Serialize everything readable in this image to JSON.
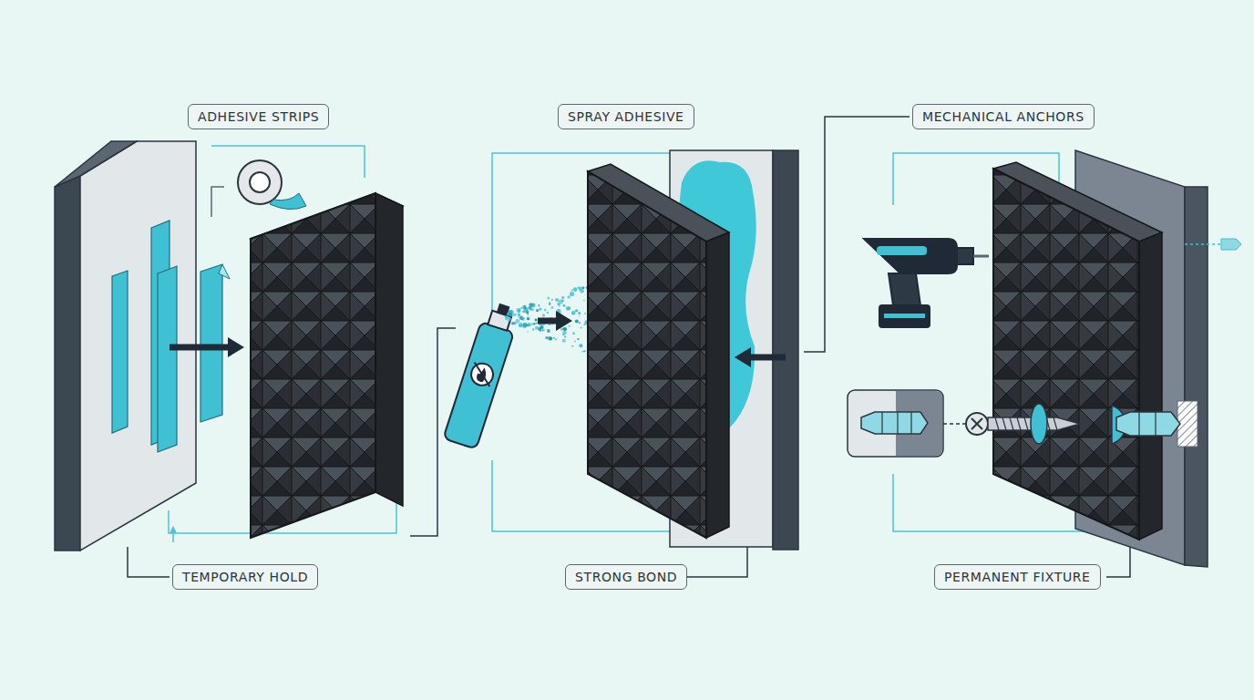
{
  "diagram": {
    "nodes": [
      {
        "text": [
          "ADHESIVE STRIPS"
        ]
      },
      {
        "text": [
          "SPRAY ADHESIVE"
        ]
      },
      {
        "text": [
          "MECHANICAL ANCHORS"
        ]
      },
      {
        "text": [
          "TEMPORARY HOLD"
        ]
      },
      {
        "text": [
          "STRONG BOND"
        ]
      },
      {
        "text": [
          "PERMANENT FIXTURE"
        ]
      }
    ]
  }
}
